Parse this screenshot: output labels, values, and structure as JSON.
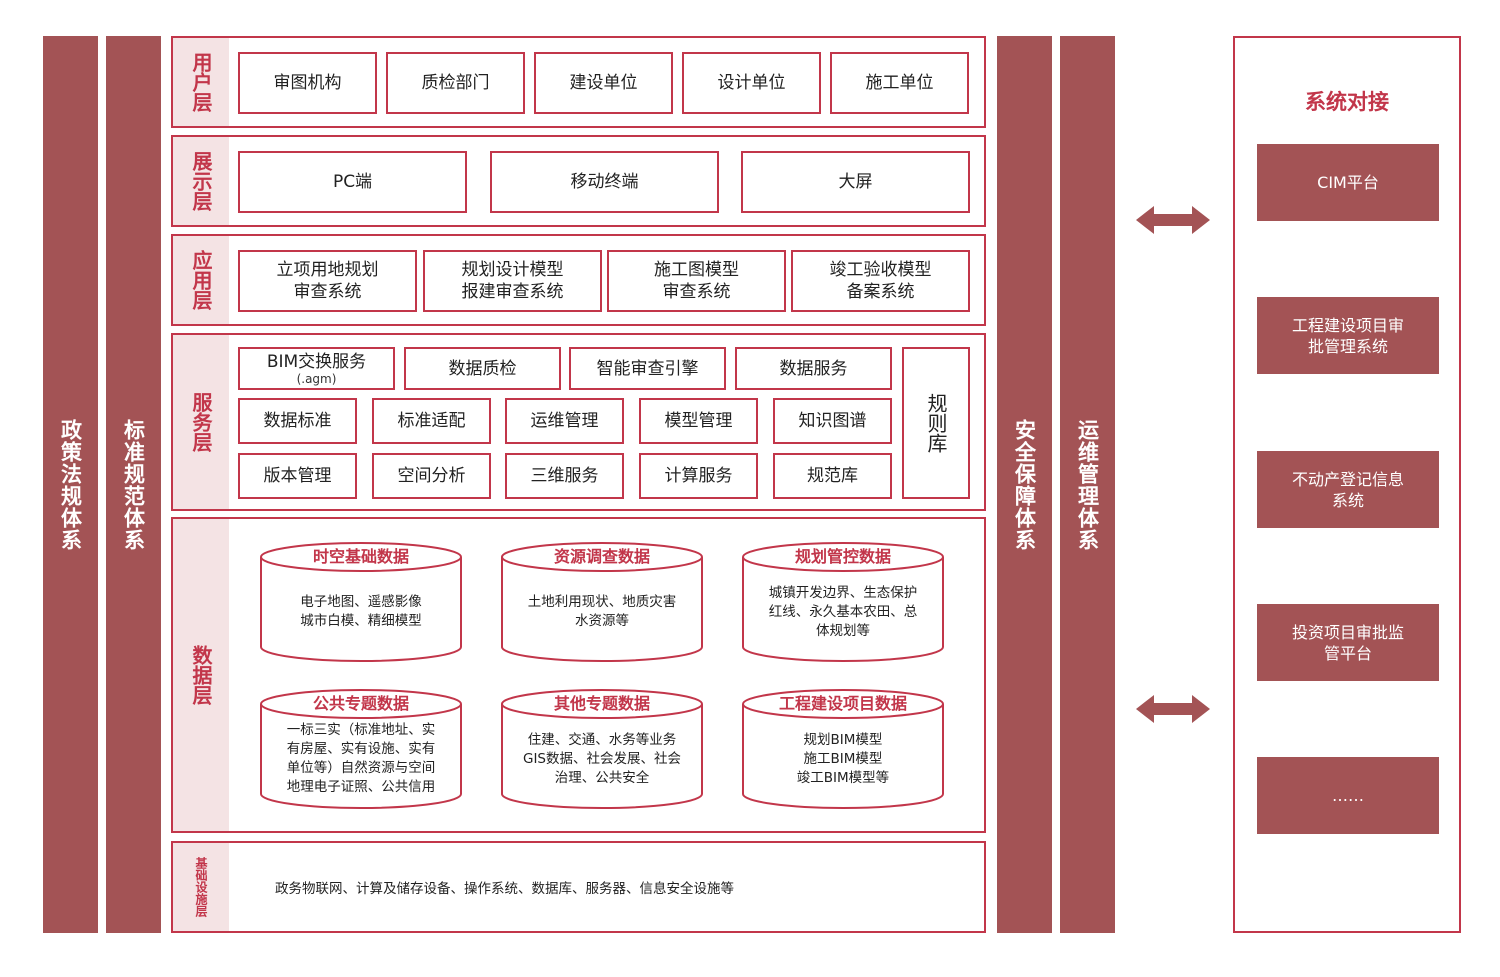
{
  "left_bars": [
    "政策法规体系",
    "标准规范体系"
  ],
  "right_bars": [
    "安全保障体系",
    "运维管理体系"
  ],
  "layers": {
    "user": {
      "label": "用户层",
      "items": [
        "审图机构",
        "质检部门",
        "建设单位",
        "设计单位",
        "施工单位"
      ]
    },
    "display": {
      "label": "展示层",
      "items": [
        "PC端",
        "移动终端",
        "大屏"
      ]
    },
    "application": {
      "label": "应用层",
      "items": [
        "立项用地规划\n审查系统",
        "规划设计模型\n报建审查系统",
        "施工图模型\n审查系统",
        "竣工验收模型\n备案系统"
      ]
    },
    "service": {
      "label": "服务层",
      "row1": [
        {
          "label": "BIM交换服务",
          "sub": "(.agm)"
        },
        {
          "label": "数据质检"
        },
        {
          "label": "智能审查引擎"
        },
        {
          "label": "数据服务"
        }
      ],
      "row2": [
        "数据标准",
        "标准适配",
        "运维管理",
        "模型管理",
        "知识图谱"
      ],
      "row3": [
        "版本管理",
        "空间分析",
        "三维服务",
        "计算服务",
        "规范库"
      ],
      "rule_lib": "规则库"
    },
    "data": {
      "label": "数据层",
      "cylinders": [
        {
          "title": "时空基础数据",
          "body": "电子地图、遥感影像\n城市白模、精细模型"
        },
        {
          "title": "资源调查数据",
          "body": "土地利用现状、地质灾害\n水资源等"
        },
        {
          "title": "规划管控数据",
          "body": "城镇开发边界、生态保护\n红线、永久基本农田、总\n体规划等"
        },
        {
          "title": "公共专题数据",
          "body": "一标三实（标准地址、实\n有房屋、实有设施、实有\n单位等）自然资源与空间\n地理电子证照、公共信用"
        },
        {
          "title": "其他专题数据",
          "body": "住建、交通、水务等业务\nGIS数据、社会发展、社会\n治理、公共安全"
        },
        {
          "title": "工程建设项目数据",
          "body": "规划BIM模型\n施工BIM模型\n竣工BIM模型等"
        }
      ]
    },
    "infrastructure": {
      "label": "基础设施层",
      "text": "政务物联网、计算及储存设备、操作系统、数据库、服务器、信息安全设施等"
    }
  },
  "system_docking": {
    "title": "系统对接",
    "items": [
      "CIM平台",
      "工程建设项目审\n批管理系统",
      "不动产登记信息\n系统",
      "投资项目审批监\n管平台",
      "……"
    ]
  },
  "colors": {
    "bar": "#a35355",
    "accent": "#c2364a",
    "label_bg": "#f4e3e4"
  }
}
